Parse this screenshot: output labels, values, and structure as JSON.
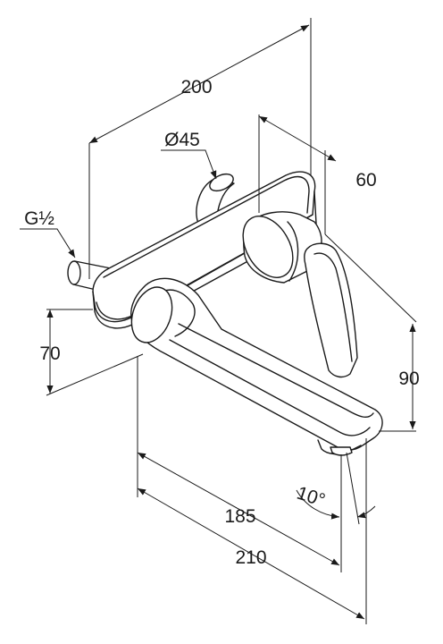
{
  "dimensions": {
    "d200": "200",
    "d45": "Ø45",
    "d60": "60",
    "thread": "G½",
    "d70": "70",
    "d90": "90",
    "d185": "185",
    "d210": "210",
    "angle": "10°"
  },
  "colors": {
    "line": "#1a1a1a",
    "background": "#ffffff"
  }
}
